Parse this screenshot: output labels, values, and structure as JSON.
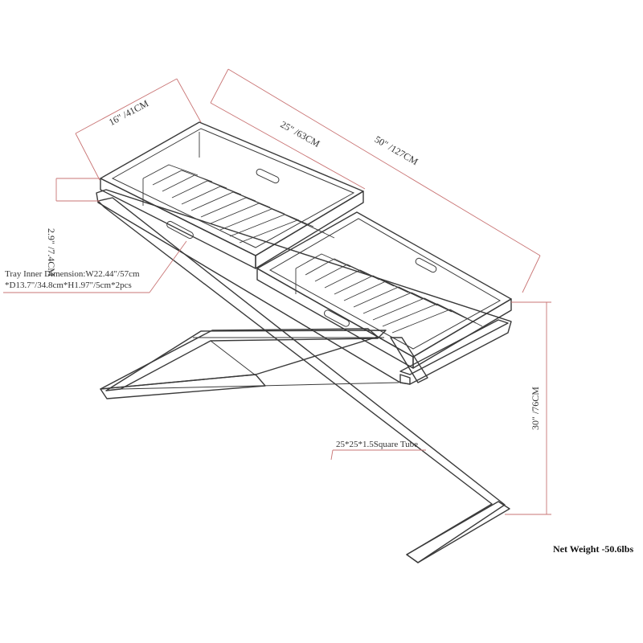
{
  "dimensions": {
    "depth": "16\" /41CM",
    "tray_width": "25\" /63CM",
    "overall_width": "50\" /127CM",
    "tray_height": "2.9\" /7.4CM",
    "overall_height": "30\" /76CM"
  },
  "notes": {
    "tray_inner_line1": "Tray Inner Dimension:W22.44\"/57cm",
    "tray_inner_line2": "*D13.7\"/34.8cm*H1.97\"/5cm*2pcs",
    "tube": "25*25*1.5Square Tube"
  },
  "net_weight": "Net Weight -50.6lbs",
  "colors": {
    "line": "#3a3a3a",
    "dimension": "#c97474",
    "background": "#ffffff"
  }
}
